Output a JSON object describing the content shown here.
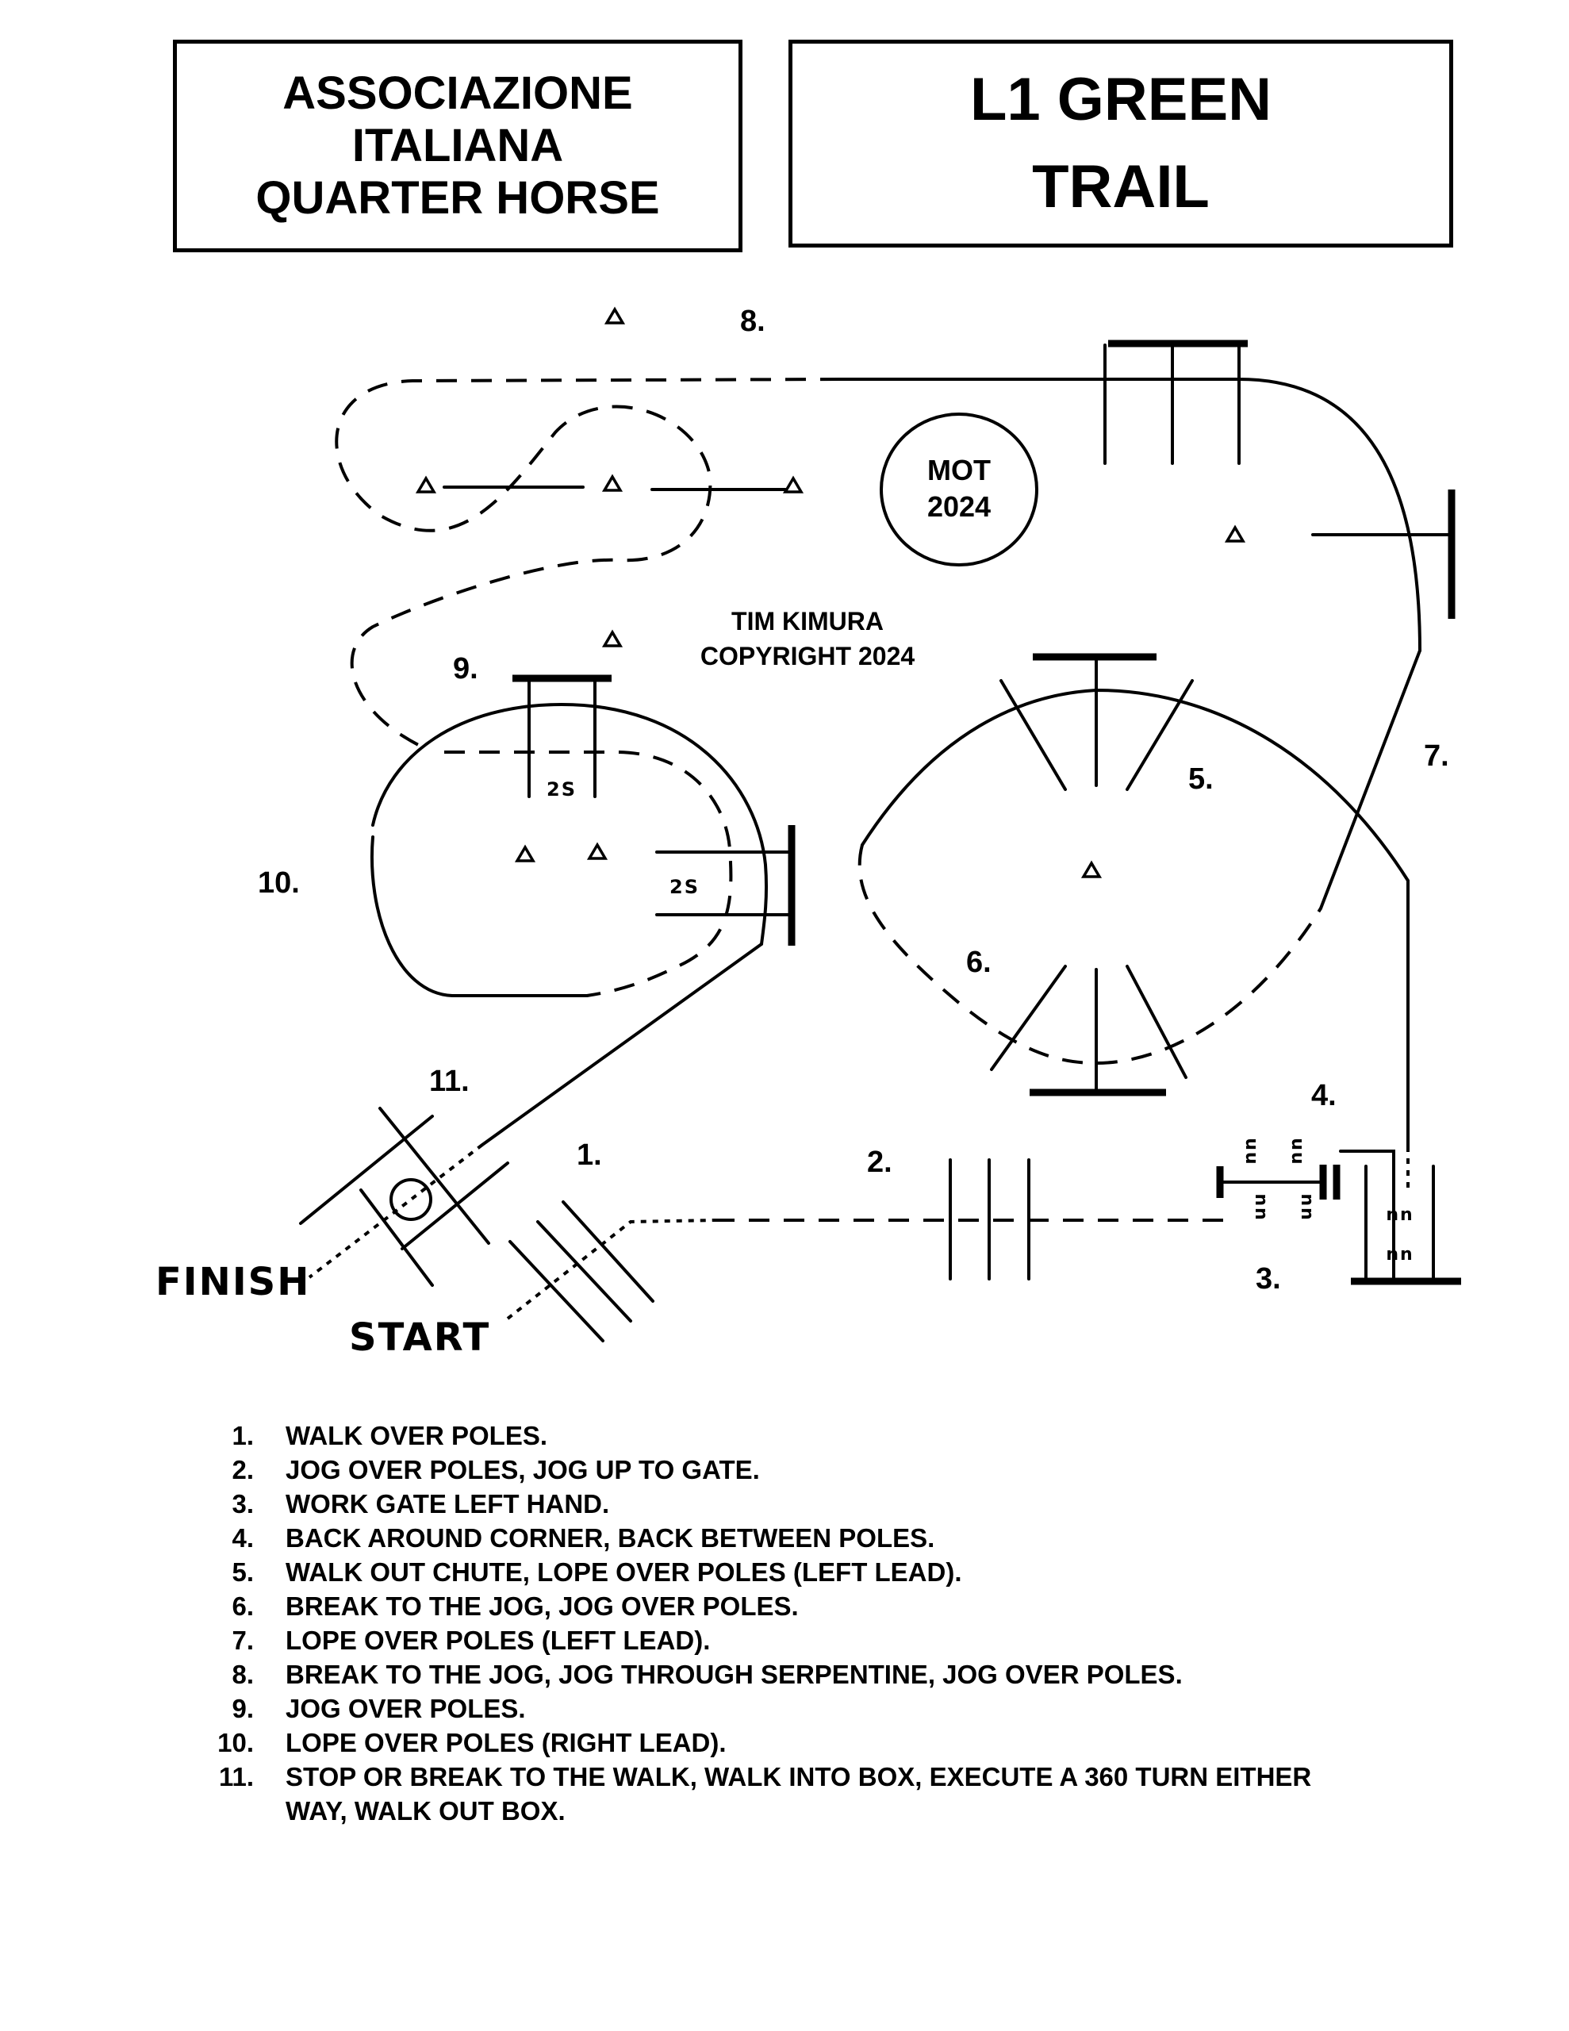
{
  "header": {
    "association_lines": [
      "ASSOCIAZIONE",
      "ITALIANA",
      "QUARTER HORSE"
    ],
    "class_lines": [
      "L1 GREEN",
      "TRAIL"
    ]
  },
  "course": {
    "badge_lines": [
      "MOT",
      "2024"
    ],
    "copyright_lines": [
      "TIM KIMURA",
      "COPYRIGHT 2024"
    ],
    "start_label": "START",
    "finish_label": "FINISH",
    "markers": {
      "m1": "1.",
      "m2": "2.",
      "m3": "3.",
      "m4": "4.",
      "m5": "5.",
      "m6": "6.",
      "m7": "7.",
      "m8": "8.",
      "m9": "9.",
      "m10": "10.",
      "m11": "11."
    },
    "pole_tags": [
      "2S",
      "2S"
    ],
    "gate_tags": [
      "nn",
      "nn",
      "nn",
      "nn",
      "nn",
      "nn"
    ]
  },
  "instructions": [
    {
      "num": "1.",
      "text": "WALK OVER POLES."
    },
    {
      "num": "2.",
      "text": "JOG OVER POLES, JOG UP TO GATE."
    },
    {
      "num": "3.",
      "text": "WORK GATE LEFT HAND."
    },
    {
      "num": "4.",
      "text": "BACK AROUND CORNER, BACK BETWEEN POLES."
    },
    {
      "num": "5.",
      "text": "WALK OUT CHUTE, LOPE OVER POLES (LEFT LEAD)."
    },
    {
      "num": "6.",
      "text": "BREAK TO THE JOG, JOG OVER POLES."
    },
    {
      "num": "7.",
      "text": "LOPE OVER POLES (LEFT LEAD)."
    },
    {
      "num": "8.",
      "text": "BREAK TO THE JOG, JOG THROUGH SERPENTINE, JOG OVER POLES."
    },
    {
      "num": "9.",
      "text": "JOG OVER POLES."
    },
    {
      "num": "10.",
      "text": "LOPE OVER POLES (RIGHT LEAD)."
    },
    {
      "num": "11.",
      "text": "STOP OR BREAK TO THE WALK, WALK INTO BOX, EXECUTE A 360 TURN EITHER WAY, WALK OUT BOX."
    }
  ]
}
